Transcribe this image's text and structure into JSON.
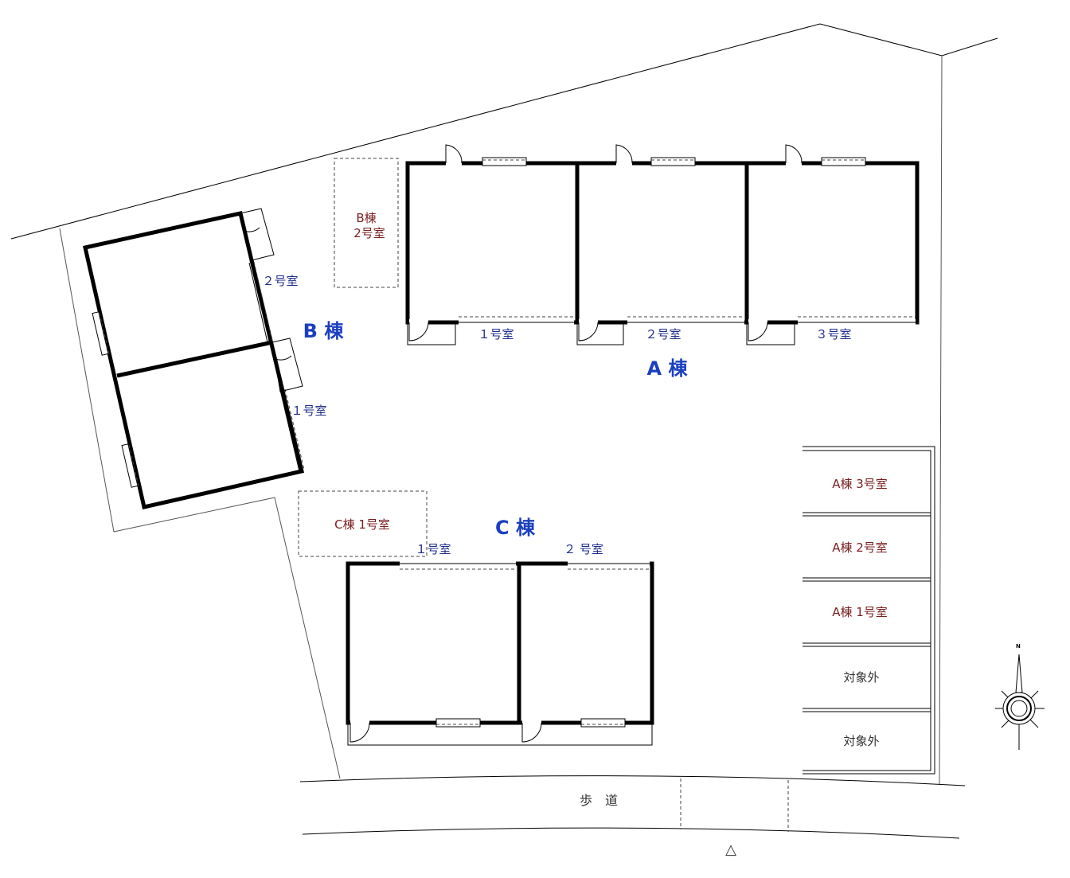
{
  "buildings": {
    "a": {
      "label": "A 棟",
      "rooms": [
        "１号室",
        "２号室",
        "３号室"
      ]
    },
    "b": {
      "label": "B 棟",
      "rooms": [
        "２号室",
        "１号室"
      ]
    },
    "c": {
      "label": "C 棟",
      "rooms": [
        "１号室",
        "２ 号室"
      ]
    }
  },
  "parking": {
    "b_room2_line1": "B棟",
    "b_room2_line2": "2号室",
    "c_room1": "C棟 1号室",
    "stalls": [
      "A棟 3号室",
      "A棟 2号室",
      "A棟 1号室",
      "対象外",
      "対象外"
    ]
  },
  "sidewalk": "歩　道",
  "marker": "△",
  "compass": {
    "north": "N"
  },
  "colors": {
    "building_label": "#1a3fc0",
    "room_label": "#1f2d8a",
    "parking_label": "#7a1f1f"
  }
}
